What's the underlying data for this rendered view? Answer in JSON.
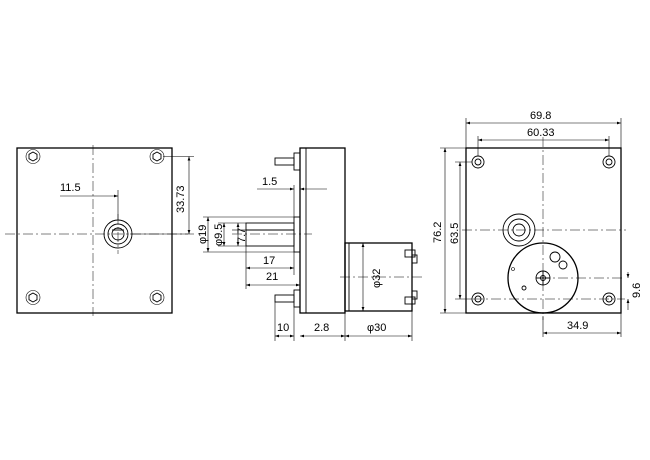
{
  "dimensions": {
    "front_shaft_offset": "11.5",
    "front_height_pitch": "33.73",
    "side_flange_thickness": "1.5",
    "side_shaft_dia_large": "φ19",
    "side_shaft_dia_small": "φ9.5",
    "side_flat_depth": "7.7",
    "side_len_17": "17",
    "side_len_21": "21",
    "side_motor_dia": "φ32",
    "side_len_10": "10",
    "side_len_2_8": "2.8",
    "side_motor_len": "φ30",
    "rear_overall_width": "69.8",
    "rear_hole_pitch_w": "60.33",
    "rear_overall_height": "76.2",
    "rear_hole_pitch_h": "63.5",
    "rear_motor_offset_v": "9.6",
    "rear_motor_offset_h": "34.9"
  }
}
